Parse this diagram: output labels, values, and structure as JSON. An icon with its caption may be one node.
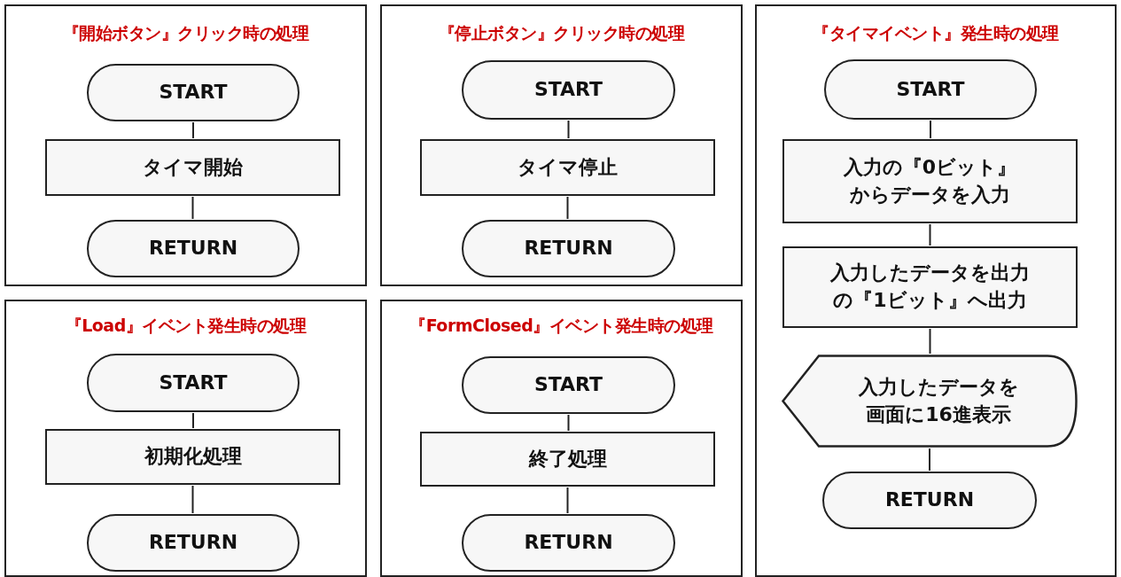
{
  "diagram": {
    "nodes": [
      {
        "text": [
          "『開始ボタン』クリック時の処理"
        ]
      },
      {
        "text": [
          "START"
        ],
        "in": 0
      },
      {
        "text": [
          "タイマ開始"
        ],
        "in": 0
      },
      {
        "text": [
          "RETURN"
        ],
        "in": 0
      },
      {
        "text": [
          "『停止ボタン』クリック時の処理"
        ]
      },
      {
        "text": [
          "START"
        ],
        "in": 4
      },
      {
        "text": [
          "タイマ停止"
        ],
        "in": 4
      },
      {
        "text": [
          "RETURN"
        ],
        "in": 4
      },
      {
        "text": [
          "『タイマイベント』発生時の処理"
        ]
      },
      {
        "text": [
          "START"
        ],
        "in": 8
      },
      {
        "text": [
          "入力の『0ビット』からデータを入力"
        ],
        "in": 8
      },
      {
        "text": [
          "入力したデータを出力の『1ビット』へ出力"
        ],
        "in": 8
      },
      {
        "text": [
          "入力したデータを画面に16進表示"
        ],
        "in": 8
      },
      {
        "text": [
          "RETURN"
        ],
        "in": 8
      },
      {
        "text": [
          "『Load』イベント発生時の処理"
        ]
      },
      {
        "text": [
          "START"
        ],
        "in": 14
      },
      {
        "text": [
          "初期化処理"
        ],
        "in": 14
      },
      {
        "text": [
          "RETURN"
        ],
        "in": 14
      },
      {
        "text": [
          "『FormClosed』イベント発生時の処理"
        ]
      },
      {
        "text": [
          "START"
        ],
        "in": 18
      },
      {
        "text": [
          "終了処理"
        ],
        "in": 18
      },
      {
        "text": [
          "RETURN"
        ],
        "in": 18
      }
    ],
    "edges": [
      {
        "from": 1,
        "to": 2,
        "arrow": "none"
      },
      {
        "from": 2,
        "to": 3,
        "arrow": "none"
      },
      {
        "from": 5,
        "to": 6,
        "arrow": "none"
      },
      {
        "from": 6,
        "to": 7,
        "arrow": "none"
      },
      {
        "from": 9,
        "to": 10,
        "arrow": "none"
      },
      {
        "from": 10,
        "to": 11,
        "arrow": "none"
      },
      {
        "from": 11,
        "to": 12,
        "arrow": "none"
      },
      {
        "from": 12,
        "to": 13,
        "arrow": "none"
      },
      {
        "from": 15,
        "to": 16,
        "arrow": "none"
      },
      {
        "from": 16,
        "to": 17,
        "arrow": "none"
      },
      {
        "from": 19,
        "to": 20,
        "arrow": "none"
      },
      {
        "from": 20,
        "to": 21,
        "arrow": "none"
      }
    ]
  }
}
